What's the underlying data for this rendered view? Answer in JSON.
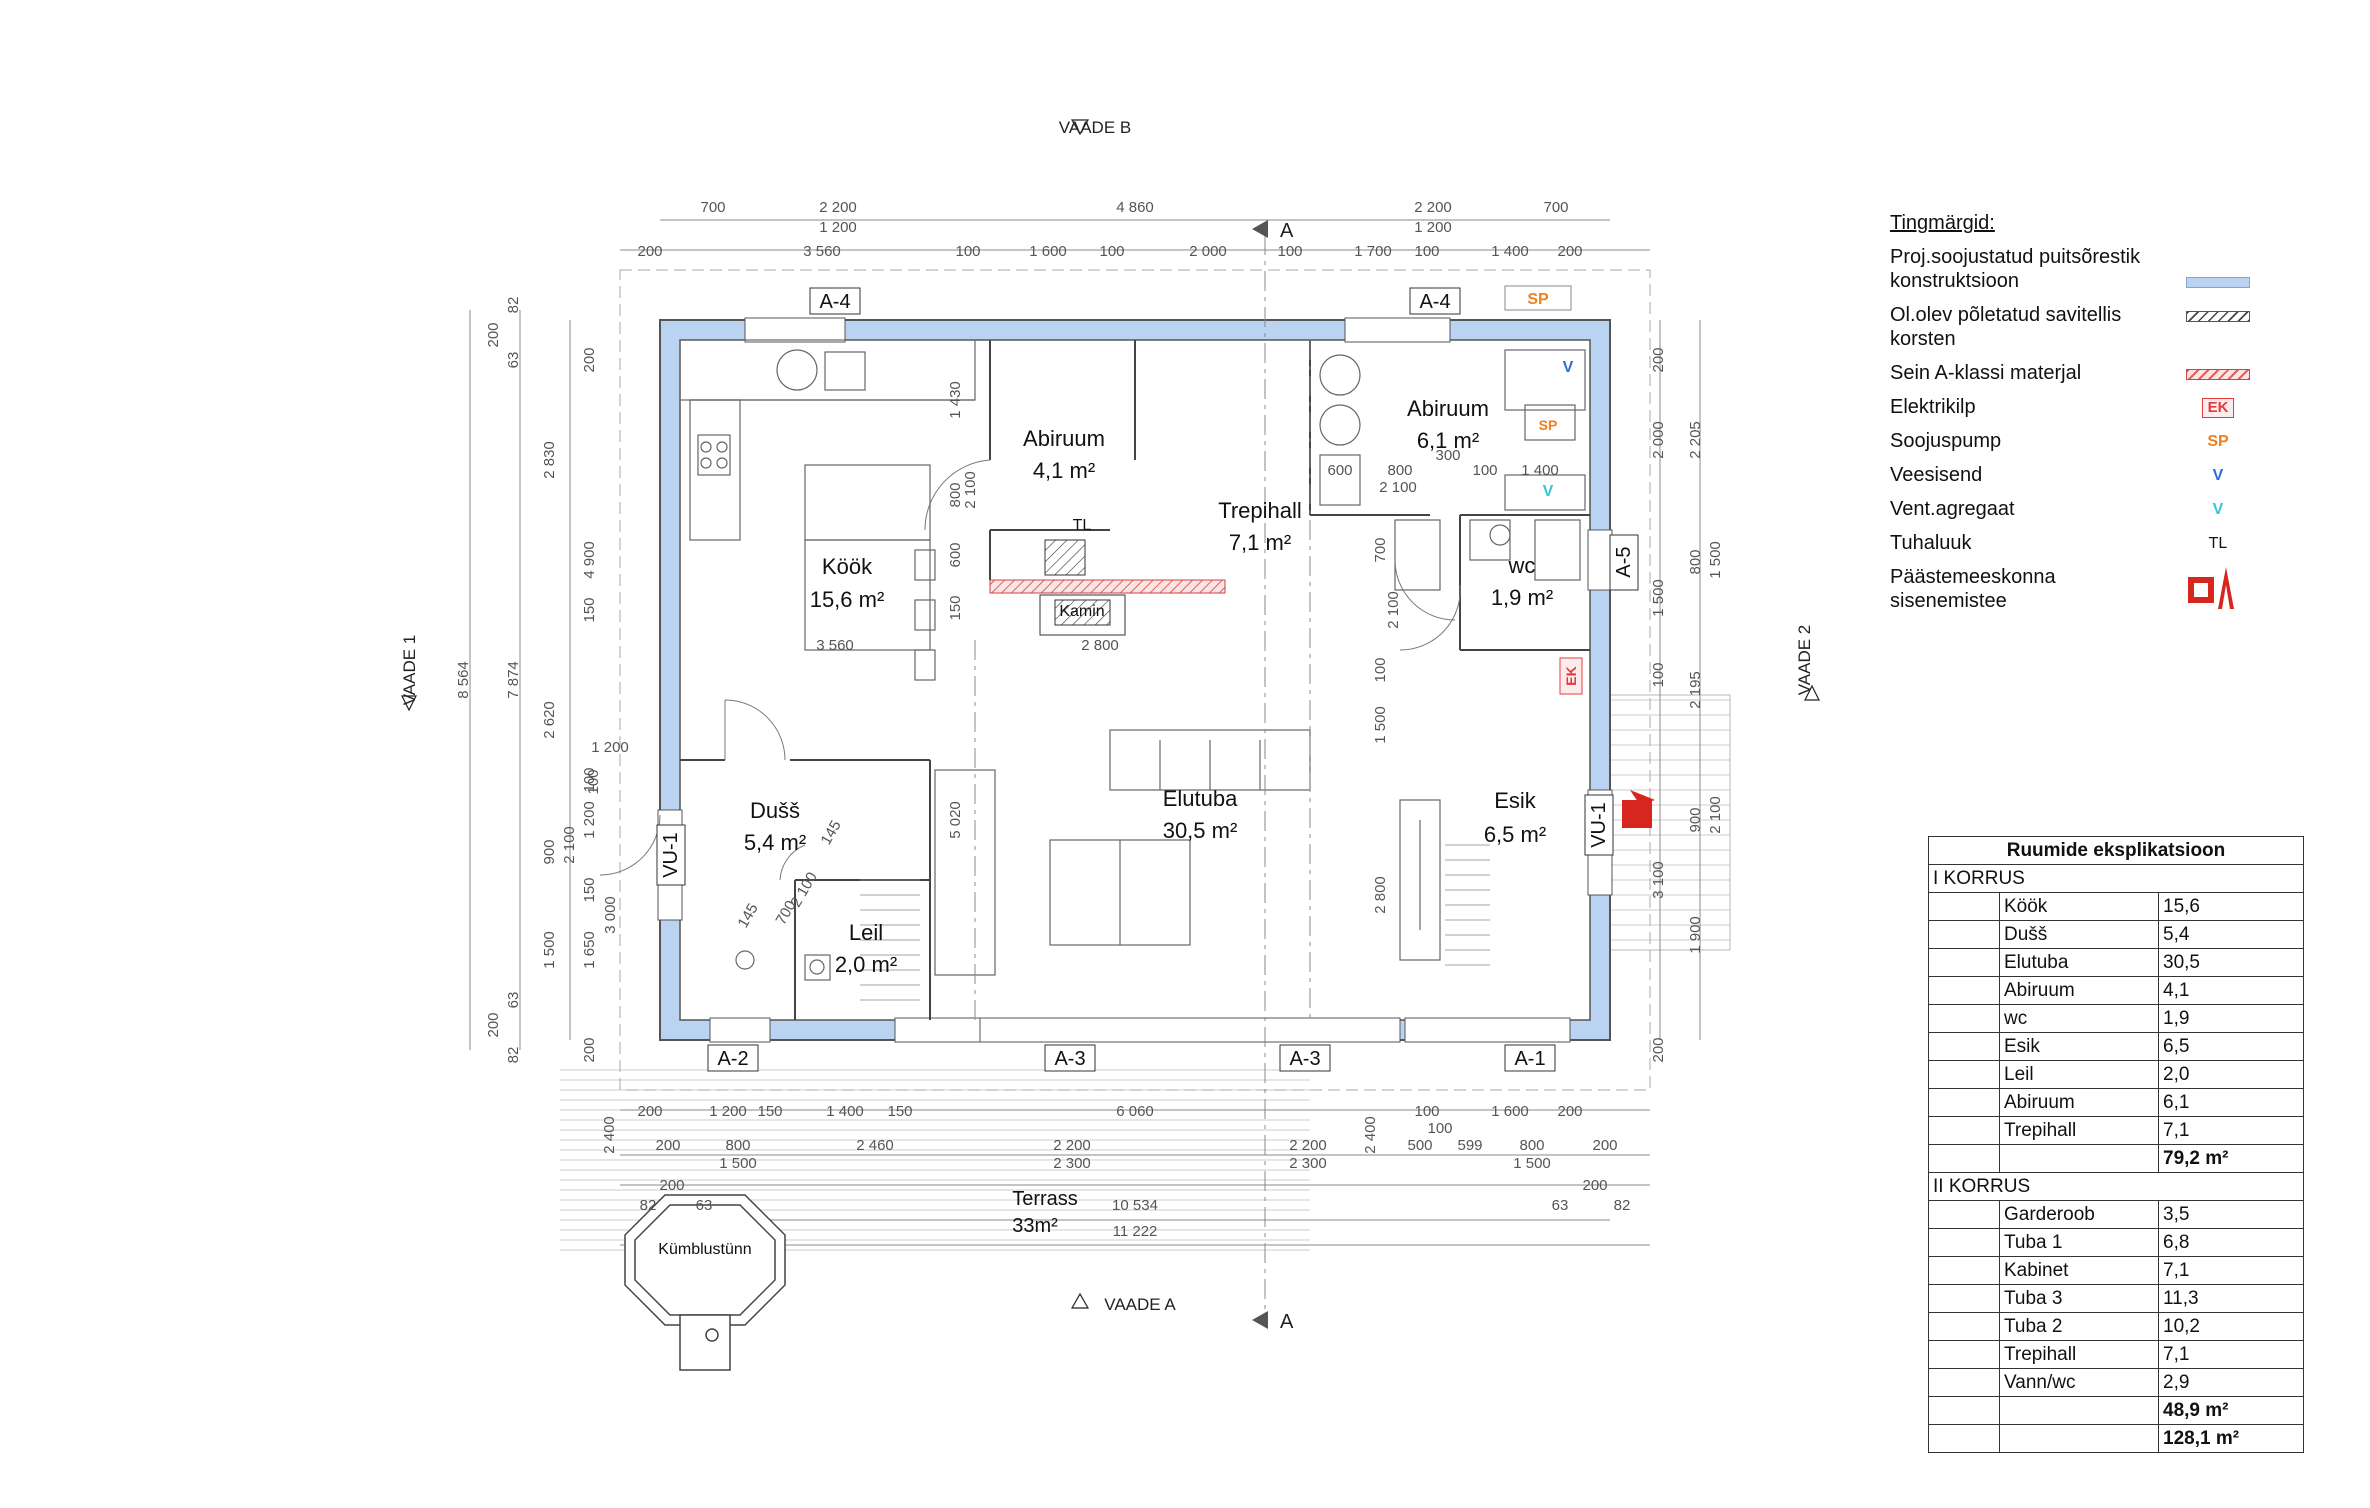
{
  "views": {
    "view_b": "VAADE B",
    "view_a": "VAADE A",
    "view_1": "VAADE 1",
    "view_2": "VAADE 2",
    "section_mark": "A"
  },
  "rooms": [
    {
      "name": "Köök",
      "area": "15,6 m²"
    },
    {
      "name": "Abiruum",
      "area": "4,1 m²"
    },
    {
      "name": "Trepihall",
      "area": "7,1 m²"
    },
    {
      "name": "Abiruum",
      "area": "6,1 m²"
    },
    {
      "name": "wc",
      "area": "1,9 m²"
    },
    {
      "name": "Dušš",
      "area": "5,4 m²"
    },
    {
      "name": "Leil",
      "area": "2,0 m²"
    },
    {
      "name": "Elutuba",
      "area": "30,5 m²"
    },
    {
      "name": "Esik",
      "area": "6,5 m²"
    }
  ],
  "labels": {
    "kamin": "Kamin",
    "tl": "TL",
    "sp": "SP",
    "ek": "EK",
    "v": "V",
    "terrass": "Terrass",
    "terrass_area": "33m²",
    "kumblustunn": "Kümblustünn"
  },
  "tags": {
    "a4_left": "A-4",
    "a4_right": "A-4",
    "a5": "A-5",
    "a2": "A-2",
    "a3_left": "A-3",
    "a3_right": "A-3",
    "a1": "A-1",
    "vu1_left": "VU-1",
    "vu1_right": "VU-1"
  },
  "dims": {
    "top_row1": [
      "700",
      "2 200",
      "4 860",
      "2 200",
      "700"
    ],
    "top_row2": [
      "1 200",
      "1 200"
    ],
    "top_row3": [
      "200",
      "3 560",
      "100",
      "1 600",
      "100",
      "2 000",
      "100",
      "1 700",
      "100",
      "1 400",
      "200"
    ],
    "bottom_row1": [
      "200",
      "1 200",
      "150",
      "1 400",
      "150",
      "6 060",
      "100",
      "1 600",
      "200"
    ],
    "bottom_row2": [
      "200",
      "800",
      "2 460",
      "2 200",
      "2 200",
      "500",
      "599",
      "800",
      "200"
    ],
    "bottom_row2b": [
      "1 500",
      "2 300",
      "2 300",
      "1 500"
    ],
    "bottom_row3": [
      "200",
      "200"
    ],
    "bottom_row4": [
      "82",
      "63",
      "10 534",
      "63",
      "82"
    ],
    "bottom_total": "11 222",
    "left_col_outer": "8 564",
    "left_col_mid": "7 874",
    "left_col_inner": [
      "2 830",
      "4 900",
      "150",
      "2 620",
      "900",
      "3 000",
      "1 500"
    ],
    "left_col_small": [
      "200",
      "63",
      "82",
      "200",
      "63",
      "82"
    ],
    "left_col_2": [
      "200",
      "100",
      "1 200",
      "2 100",
      "150",
      "1 650",
      "200"
    ],
    "right_col": [
      "200",
      "2 000",
      "2 205",
      "800",
      "1 500",
      "1 500",
      "2 195",
      "100",
      "900",
      "2 100",
      "3 100",
      "1 900",
      "200"
    ],
    "inner": [
      "1 430",
      "2 100",
      "800",
      "600",
      "150",
      "3 560",
      "2 800",
      "5 020",
      "1 200",
      "100",
      "700",
      "2 100",
      "145",
      "145",
      "600",
      "800",
      "100",
      "1 400",
      "2 100",
      "300",
      "700",
      "2 100",
      "100",
      "1 500",
      "2 800",
      "2 400",
      "2 400",
      "100"
    ]
  },
  "legend": {
    "title": "Tingmärgid:",
    "items": [
      {
        "label": "Proj.soojustatud puitsõrestik konstruktsioon",
        "symbol": "blue-insulation-swatch"
      },
      {
        "label": "Ol.olev põletatud savitellis korsten",
        "symbol": "hatched-chimney-swatch"
      },
      {
        "label": "Sein A-klassi materjal",
        "symbol": "red-hatched-wall-swatch"
      },
      {
        "label": "Elektrikilp",
        "symbol": "EK"
      },
      {
        "label": "Soojuspump",
        "symbol": "SP"
      },
      {
        "label": "Veesisend",
        "symbol": "V"
      },
      {
        "label": "Vent.agregaat",
        "symbol": "V"
      },
      {
        "label": "Tuhaluuk",
        "symbol": "TL"
      },
      {
        "label": "Päästemeeskonna sisenemistee",
        "symbol": "fire-brigade-entry-icon"
      }
    ],
    "colors": {
      "insulation": "#b9d3f1",
      "ek": "#e23b3b",
      "sp": "#f07f1c",
      "v_water": "#2a6fd6",
      "v_vent": "#34c5dd",
      "fire": "#d7261e"
    }
  },
  "explication": {
    "title": "Ruumide eksplikatsioon",
    "floor1": {
      "label": "I KORRUS",
      "rows": [
        {
          "name": "Köök",
          "area": "15,6"
        },
        {
          "name": "Dušš",
          "area": "5,4"
        },
        {
          "name": "Elutuba",
          "area": "30,5"
        },
        {
          "name": "Abiruum",
          "area": "4,1"
        },
        {
          "name": "wc",
          "area": "1,9"
        },
        {
          "name": "Esik",
          "area": "6,5"
        },
        {
          "name": "Leil",
          "area": "2,0"
        },
        {
          "name": "Abiruum",
          "area": "6,1"
        },
        {
          "name": "Trepihall",
          "area": "7,1"
        }
      ],
      "total": "79,2 m²"
    },
    "floor2": {
      "label": "II KORRUS",
      "rows": [
        {
          "name": "Garderoob",
          "area": "3,5"
        },
        {
          "name": "Tuba 1",
          "area": "6,8"
        },
        {
          "name": "Kabinet",
          "area": "7,1"
        },
        {
          "name": "Tuba 3",
          "area": "11,3"
        },
        {
          "name": "Tuba 2",
          "area": "10,2"
        },
        {
          "name": "Trepihall",
          "area": "7,1"
        },
        {
          "name": "Vann/wc",
          "area": "2,9"
        }
      ],
      "total": "48,9 m²"
    },
    "grand_total": "128,1 m²"
  }
}
